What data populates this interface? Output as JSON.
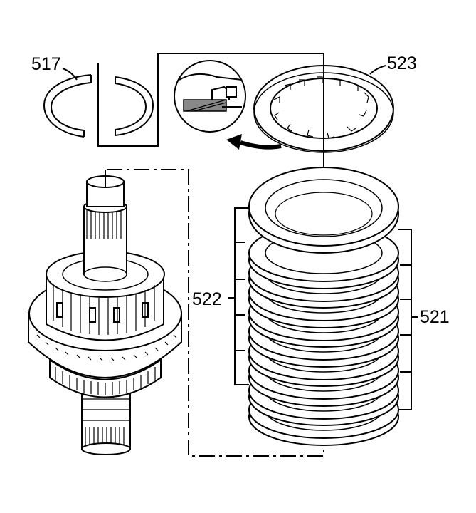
{
  "callouts": {
    "snap_ring": "517",
    "backing_plate": "523",
    "steel_plates": "522",
    "friction_plates": "521"
  },
  "colors": {
    "line": "#000000",
    "background": "#ffffff",
    "fill_light": "#ffffff",
    "fill_gray": "#888888"
  },
  "icons": {
    "install_direction": "curved-arrow-icon"
  }
}
